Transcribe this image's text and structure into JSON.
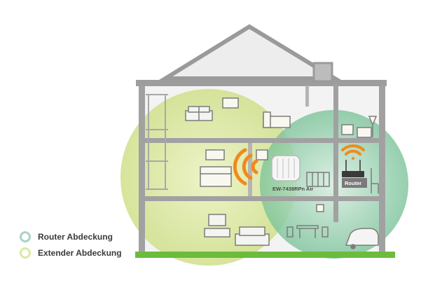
{
  "legend": {
    "router": {
      "label": "Router Abdeckung",
      "color": "#a9d3c5"
    },
    "extender": {
      "label": "Extender Abdeckung",
      "color": "#dbe9a2"
    }
  },
  "devices": {
    "extender_label": "EW-7438RPn Air",
    "router_label": "Router"
  },
  "colors": {
    "extender_zone": "#dfeaa3",
    "router_zone": "#9fd2ac",
    "wifi_signal": "#f08a1c",
    "house_wall": "#9a9a9a",
    "grass": "#6cbb3c"
  },
  "icons": [
    "wifi-signal-icon",
    "router-icon",
    "range-extender-icon",
    "car-icon",
    "bed-icon",
    "sofa-icon",
    "tv-icon"
  ]
}
